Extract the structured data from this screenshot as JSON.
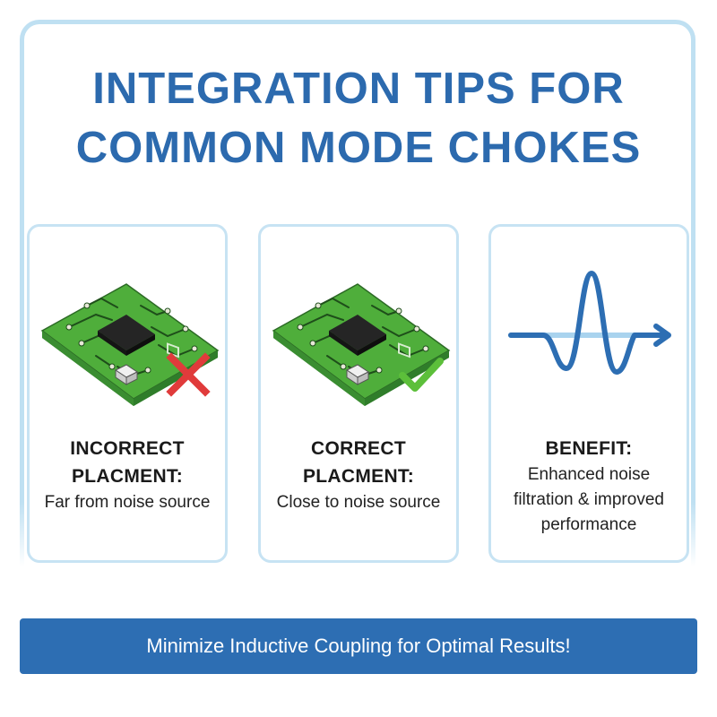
{
  "header": {
    "title_line1": "INTEGRATION TIPS FOR",
    "title_line2": "COMMON MODE CHOKES"
  },
  "cards": [
    {
      "heading_line1": "INCORRECT",
      "heading_line2": "PLACMENT:",
      "desc_lines": [
        "Far from noise source"
      ],
      "icon": "pcb-board-with-cross-icon",
      "mark_color": "#e03b3b"
    },
    {
      "heading_line1": "CORRECT",
      "heading_line2": "PLACMENT:",
      "desc_lines": [
        "Close to noise source"
      ],
      "icon": "pcb-board-with-checkmark-icon",
      "mark_color": "#5cbf3a"
    },
    {
      "heading_line1": "BENEFIT:",
      "desc_lines": [
        "Enhanced noise",
        "filtration & improved",
        "performance"
      ],
      "icon": "waveform-arrow-icon",
      "wave_color": "#2d6eb3"
    }
  ],
  "footer": {
    "banner_text": "Minimize Inductive Coupling for Optimal Results!"
  },
  "colors": {
    "title": "#2c6aae",
    "banner_bg": "#2d6eb3",
    "frame_border": "#bfe0f2",
    "pcb_green": "#4fae3b"
  }
}
